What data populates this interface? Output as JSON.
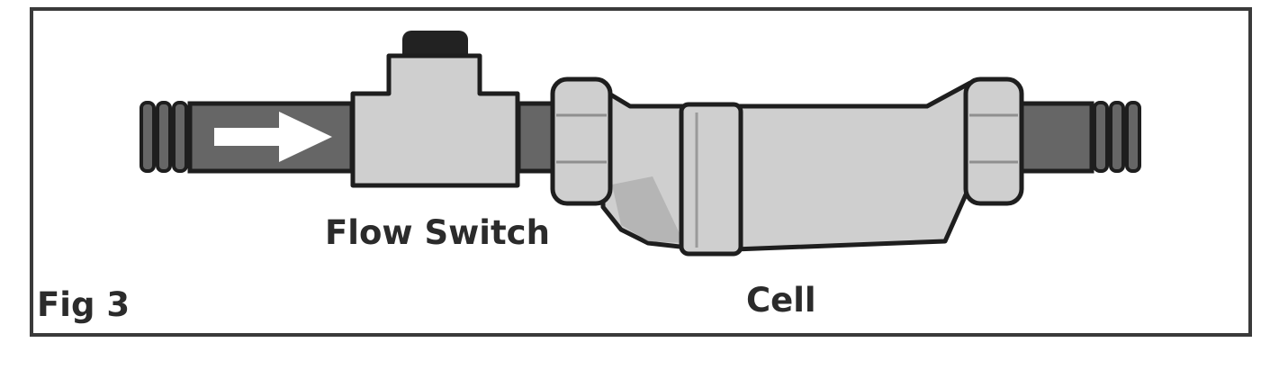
{
  "figure": {
    "caption": "Fig 3"
  },
  "labels": {
    "flow_switch": "Flow Switch",
    "cell": "Cell"
  },
  "colors": {
    "pipe": "#666666",
    "body": "#cfcfcf",
    "outline": "#1e1e1e",
    "arrow": "#ffffff",
    "cap": "#222222",
    "frame": "#3a3a3a"
  }
}
